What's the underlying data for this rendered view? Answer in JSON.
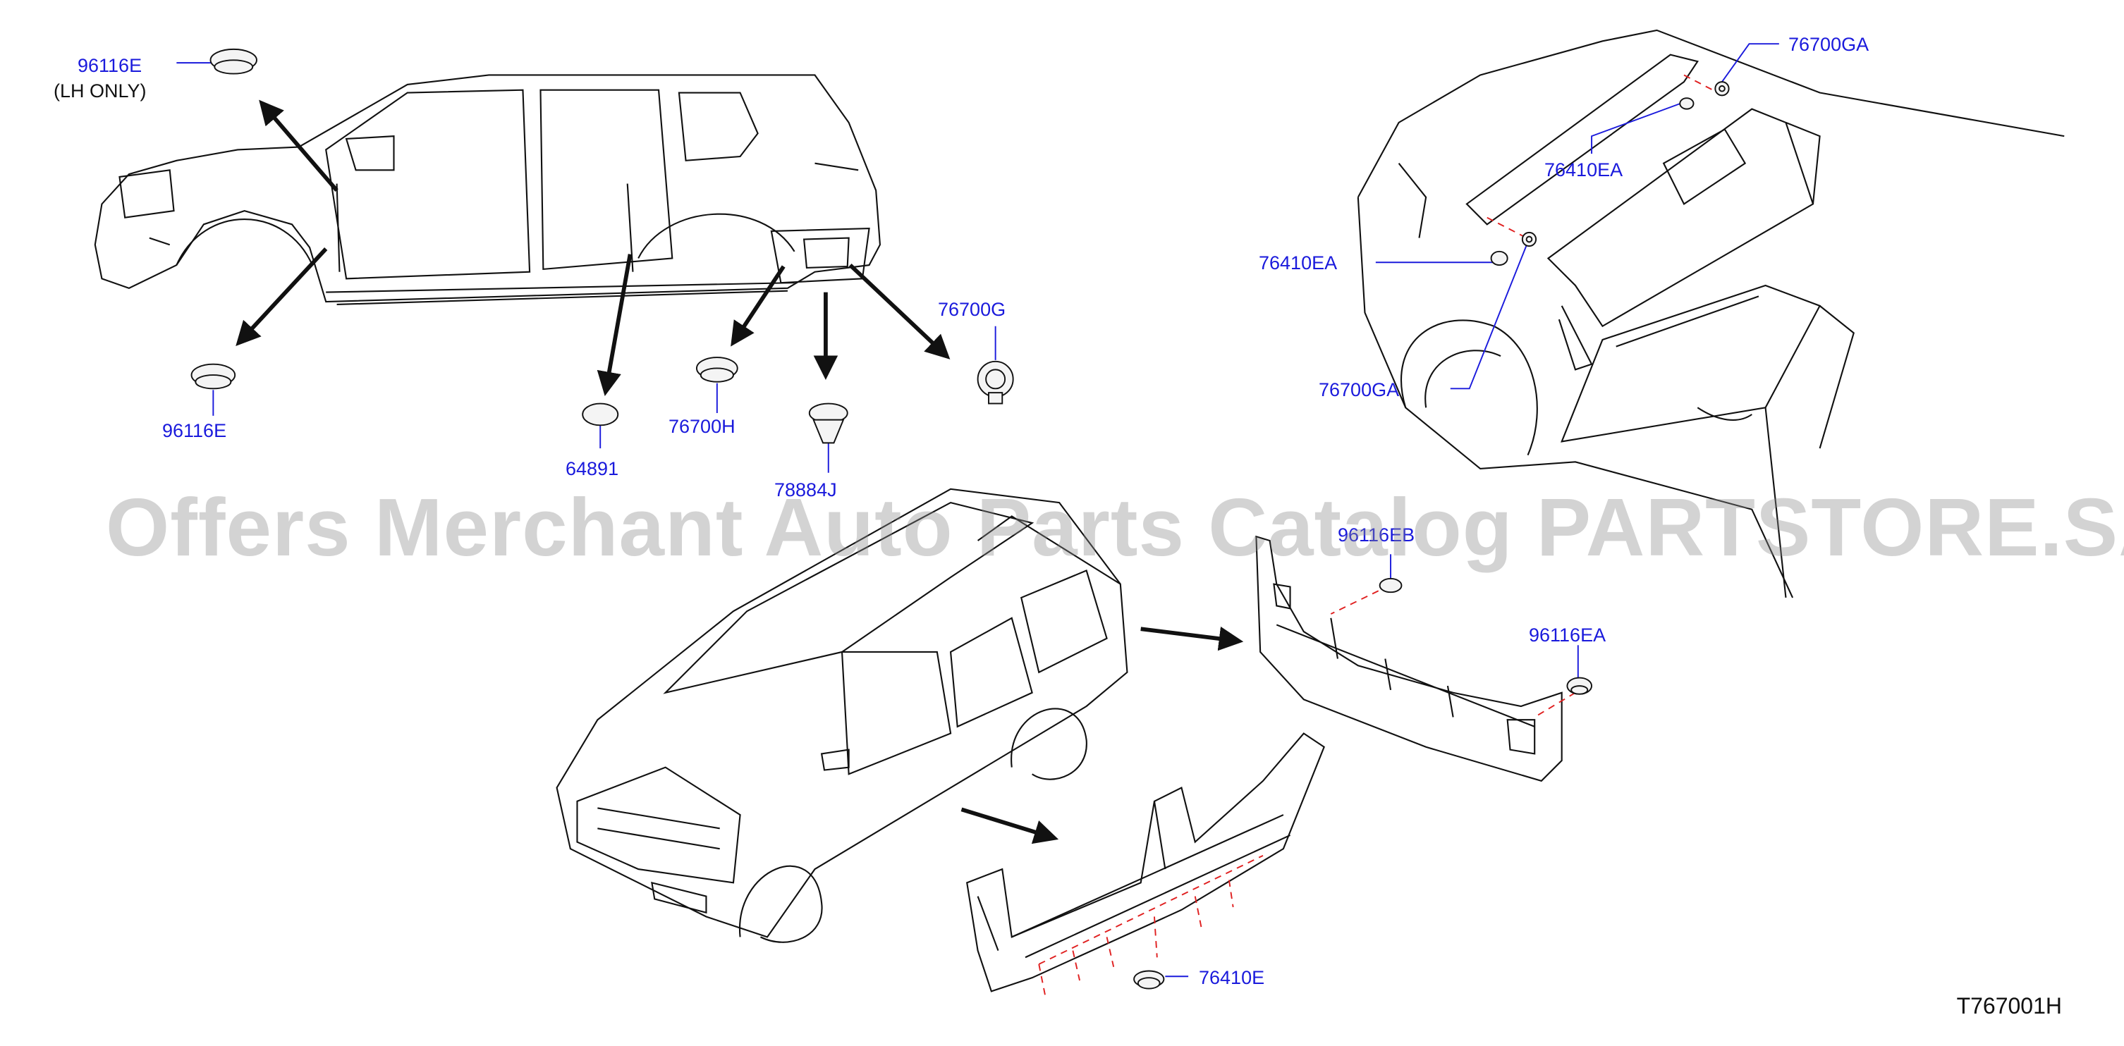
{
  "colors": {
    "label": "#1a1adc",
    "line": "#111111",
    "dash": "#e02020",
    "watermark": "#8c8c8c"
  },
  "labels": {
    "p96116e_lh": "96116E",
    "lh_only": "(LH   ONLY)",
    "p96116e": "96116E",
    "p64891": "64891",
    "p76700h": "76700H",
    "p78884j": "78884J",
    "p76700g": "76700G",
    "p76700ga_top": "76700GA",
    "p76410ea_top": "76410EA",
    "p76410ea_left": "76410EA",
    "p76700ga_bottom": "76700GA",
    "p96116eb": "96116EB",
    "p96116ea": "96116EA",
    "p76410e": "76410E"
  },
  "diagram_code": "T767001H",
  "watermark": "Offers Merchant Auto Parts Catalog PARTSTORE.SA"
}
